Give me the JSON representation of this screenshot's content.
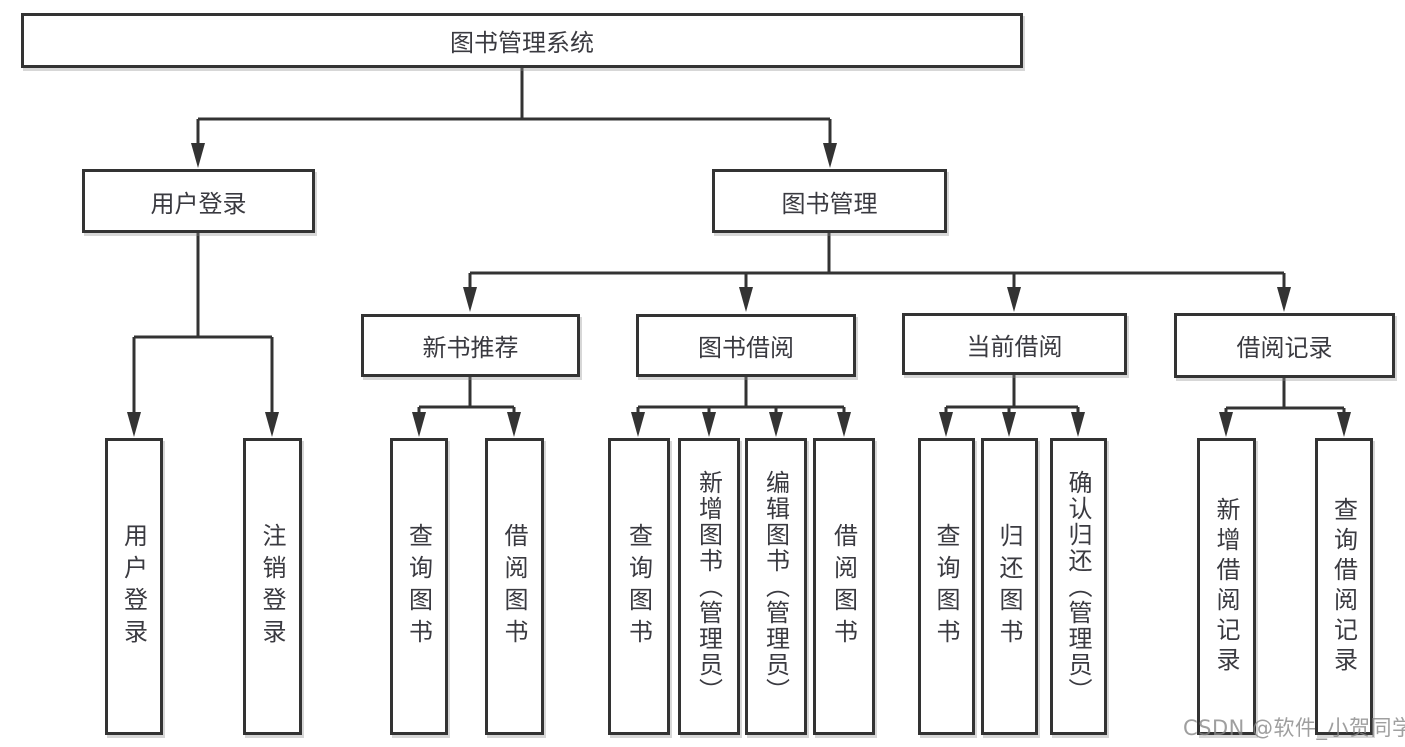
{
  "diagram": {
    "type": "hierarchy-tree",
    "orientation": "top-down",
    "colors": {
      "line": "#333333",
      "box_border": "#333333",
      "box_fill": "#ffffff",
      "text": "#3a3a40",
      "watermark": "#878787"
    }
  },
  "tree": {
    "label": "图书管理系统",
    "children": [
      {
        "label": "用户登录",
        "children": [
          {
            "label": "用户登录"
          },
          {
            "label": "注销登录"
          }
        ]
      },
      {
        "label": "图书管理",
        "children": [
          {
            "label": "新书推荐",
            "children": [
              {
                "label": "查询图书"
              },
              {
                "label": "借阅图书"
              }
            ]
          },
          {
            "label": "图书借阅",
            "children": [
              {
                "label": "查询图书"
              },
              {
                "label": "新增图书（管理员）"
              },
              {
                "label": "编辑图书（管理员）"
              },
              {
                "label": "借阅图书"
              }
            ]
          },
          {
            "label": "当前借阅",
            "children": [
              {
                "label": "查询图书"
              },
              {
                "label": "归还图书"
              },
              {
                "label": "确认归还（管理员）"
              }
            ]
          },
          {
            "label": "借阅记录",
            "children": [
              {
                "label": "新增借阅记录"
              },
              {
                "label": "查询借阅记录"
              }
            ]
          }
        ]
      }
    ]
  },
  "watermark": {
    "text": "CSDN @软件_小贺同学"
  }
}
